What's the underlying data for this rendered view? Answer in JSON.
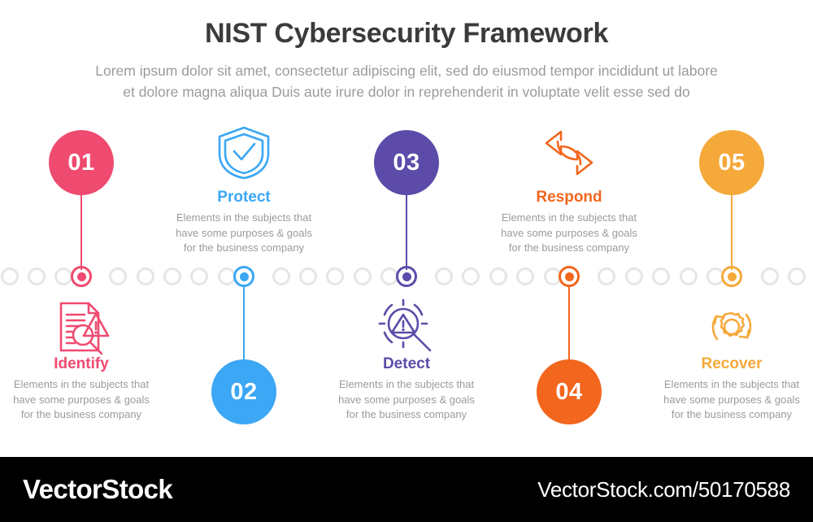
{
  "header": {
    "title": "NIST Cybersecurity Framework",
    "subtitle_lines": [
      "Lorem ipsum dolor sit amet, consectetur adipiscing elit, sed do eiusmod tempor incididunt ut labore",
      "et dolore magna aliqua Duis aute irure dolor in reprehenderit in voluptate velit esse sed do"
    ]
  },
  "steps": [
    {
      "number": "01",
      "label": "Identify",
      "color": "#ef4a6f",
      "icon": "document-search-alert-icon",
      "orientation": "number-above",
      "desc_lines": [
        "Elements in the subjects that",
        "have  some purposes & goals",
        "for the  business company"
      ]
    },
    {
      "number": "02",
      "label": "Protect",
      "color": "#3ba7f5",
      "icon": "shield-check-icon",
      "orientation": "number-below",
      "desc_lines": [
        "Elements in the subjects that",
        "have  some purposes & goals",
        "for the  business company"
      ]
    },
    {
      "number": "03",
      "label": "Detect",
      "color": "#5c4ba9",
      "icon": "magnifier-alert-icon",
      "orientation": "number-above",
      "desc_lines": [
        "Elements in the subjects that",
        "have  some purposes & goals",
        "for the  business company"
      ]
    },
    {
      "number": "04",
      "label": "Respond",
      "color": "#f2661d",
      "icon": "refresh-arrows-icon",
      "orientation": "number-below",
      "desc_lines": [
        "Elements in the subjects that",
        "have  some purposes & goals",
        "for the  business company"
      ]
    },
    {
      "number": "05",
      "label": "Recover",
      "color": "#f5a93b",
      "icon": "gear-cycle-icon",
      "orientation": "number-above",
      "desc_lines": [
        "Elements in the subjects that",
        "have  some purposes & goals",
        "for the  business company"
      ]
    }
  ],
  "track": {
    "dot_color": "#e6e6e6",
    "dot_count": 30,
    "marker_positions": [
      100,
      300,
      500,
      700,
      900
    ]
  },
  "footer": {
    "brand": "VectorStock",
    "url": "VectorStock.com/50170588"
  }
}
